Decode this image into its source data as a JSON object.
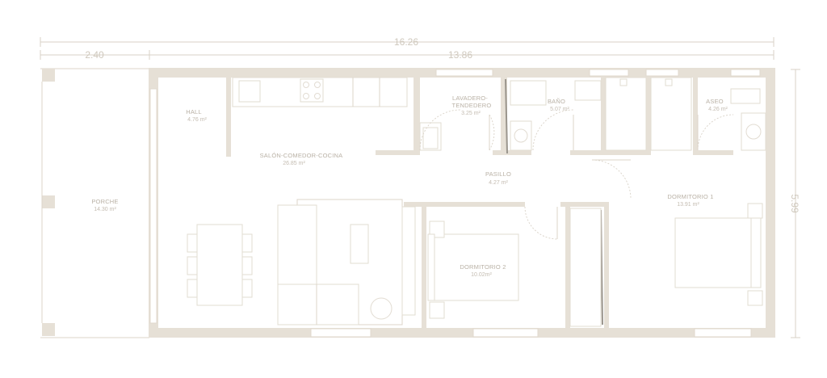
{
  "dimensions": {
    "total_width": "16.26",
    "porch_width": "2.40",
    "house_width": "13.86",
    "house_depth": "5.99"
  },
  "rooms": {
    "porche": {
      "name": "PORCHE",
      "area": "14.30 m²"
    },
    "hall": {
      "name": "HALL",
      "area": "4.76 m²"
    },
    "salon": {
      "name": "SALÓN-COMEDOR-COCINA",
      "area": "26.85 m²"
    },
    "lavadero": {
      "name_line1": "LAVADERO-",
      "name_line2": "TENDEDERO",
      "area": "3.25 m²"
    },
    "bano": {
      "name": "BAÑO",
      "area": "5.07 m²"
    },
    "aseo": {
      "name": "ASEO",
      "area": "4.26 m²"
    },
    "pasillo": {
      "name": "PASILLO",
      "area": "4.27 m²"
    },
    "dormitorio1": {
      "name": "DORMITORIO 1",
      "area": "13.91 m²"
    },
    "dormitorio2": {
      "name": "DORMITORIO 2",
      "area": "10.02m²"
    }
  }
}
